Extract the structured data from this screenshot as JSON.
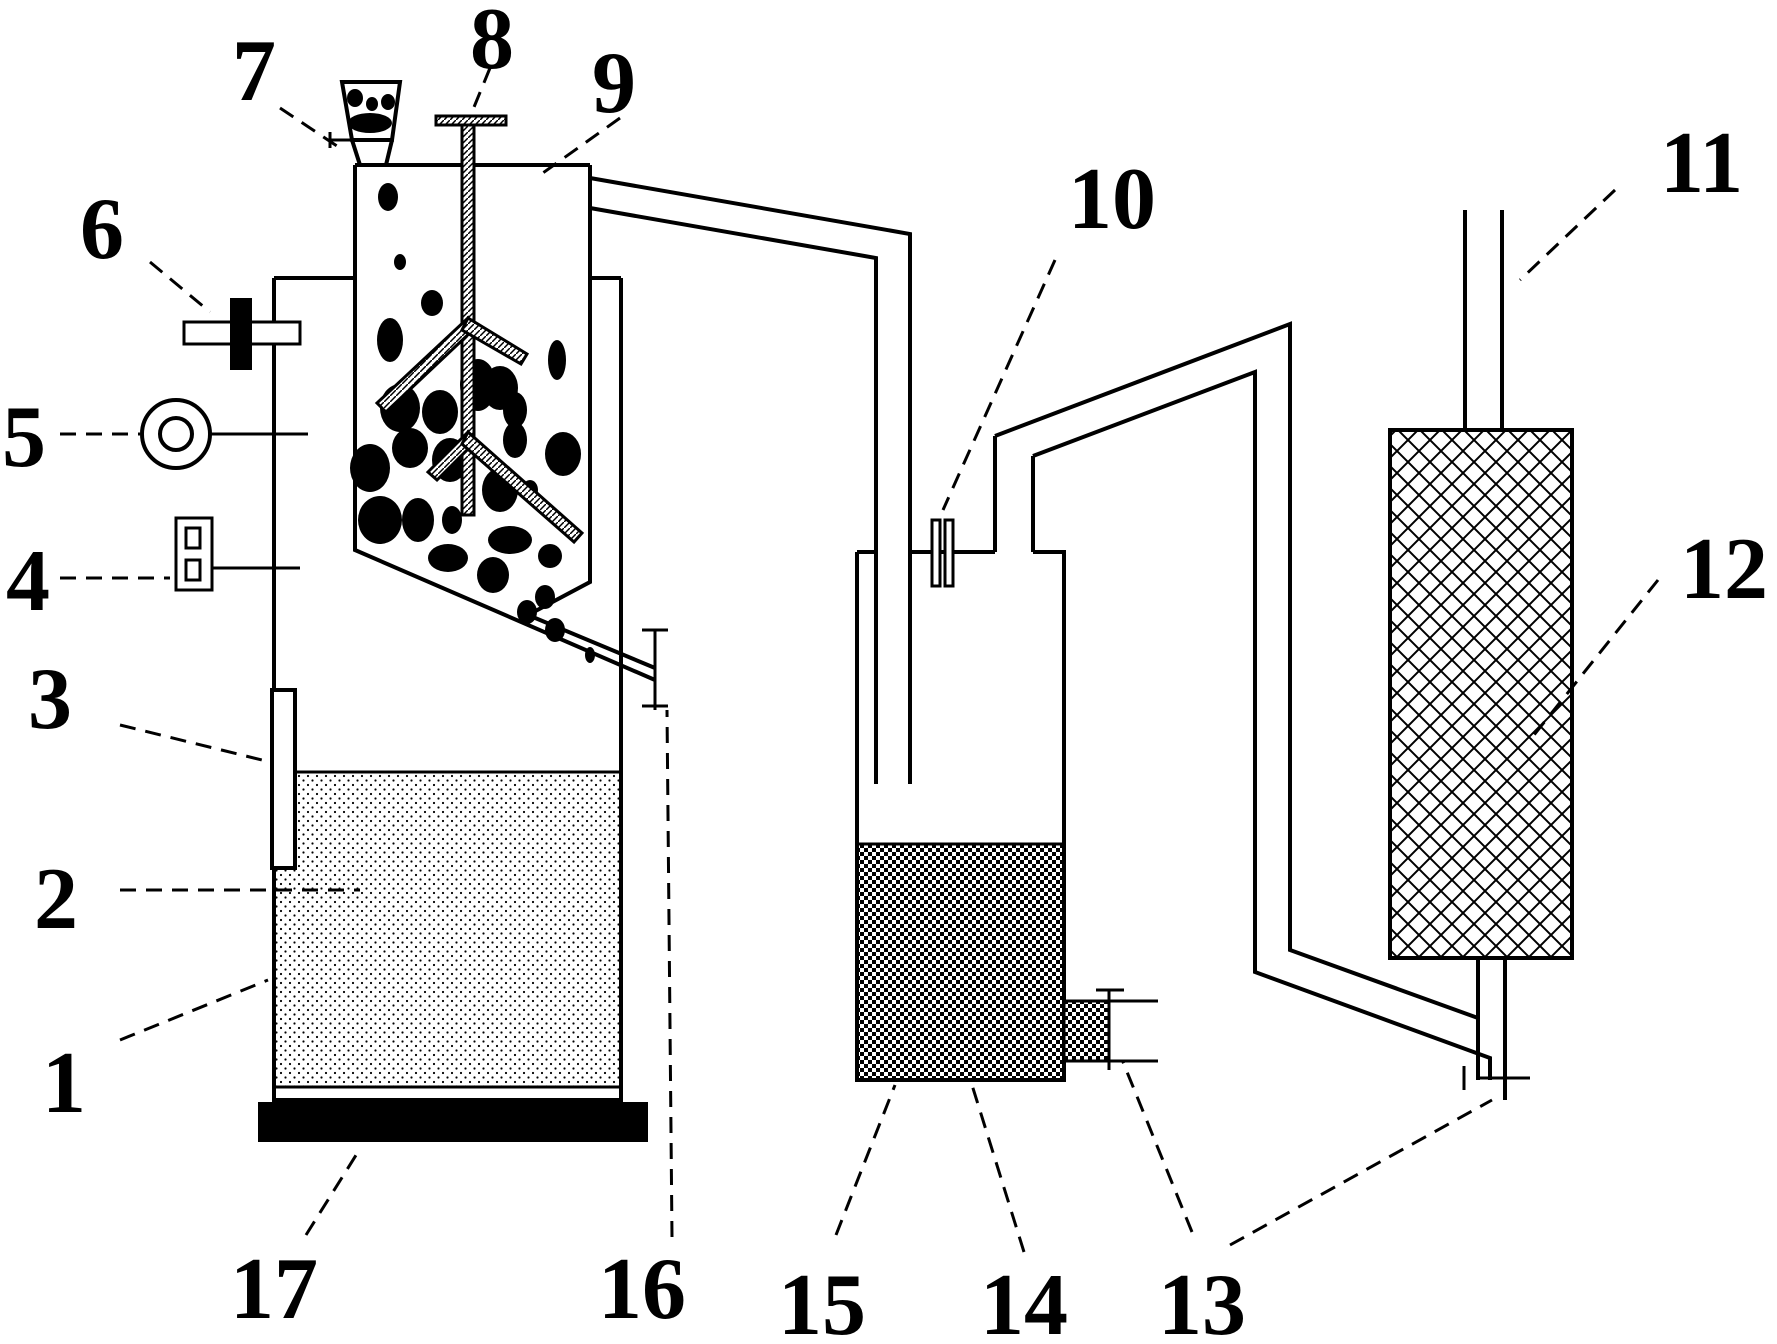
{
  "labels": {
    "l1": "1",
    "l2": "2",
    "l3": "3",
    "l4": "4",
    "l5": "5",
    "l6": "6",
    "l7": "7",
    "l8": "8",
    "l9": "9",
    "l10": "10",
    "l11": "11",
    "l12": "12",
    "l13": "13",
    "l14": "14",
    "l15": "15",
    "l16": "16",
    "l17": "17"
  }
}
